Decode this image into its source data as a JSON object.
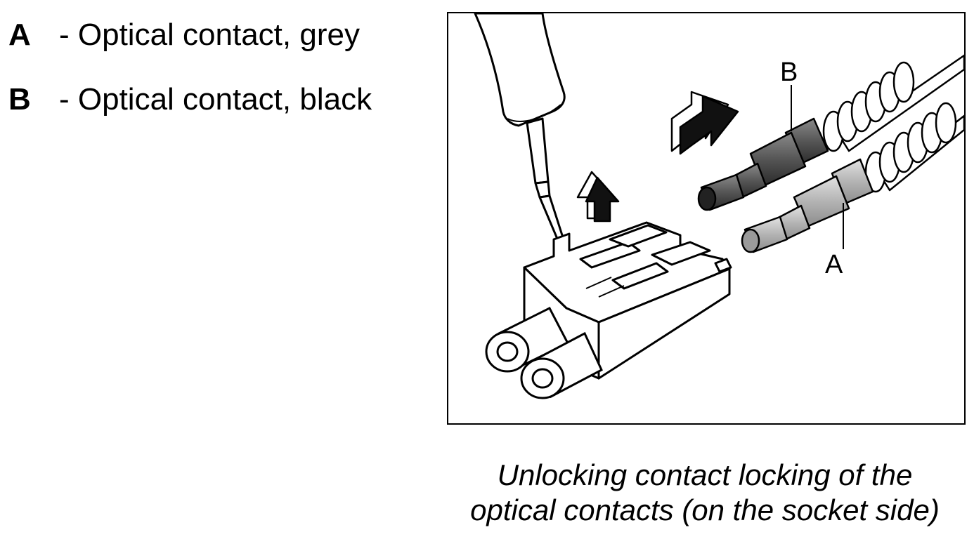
{
  "legend": [
    {
      "key": "A",
      "text": "- Optical contact, grey"
    },
    {
      "key": "B",
      "text": "- Optical contact, black"
    }
  ],
  "figure": {
    "callouts": {
      "a": "A",
      "b": "B"
    },
    "colors": {
      "contact_grey": "#b3b3b3",
      "contact_black": "#555555",
      "outline": "#000000",
      "arrow_fill": "#111111"
    }
  },
  "caption": {
    "line1": "Unlocking contact locking of the",
    "line2": "optical contacts (on the socket side)"
  }
}
